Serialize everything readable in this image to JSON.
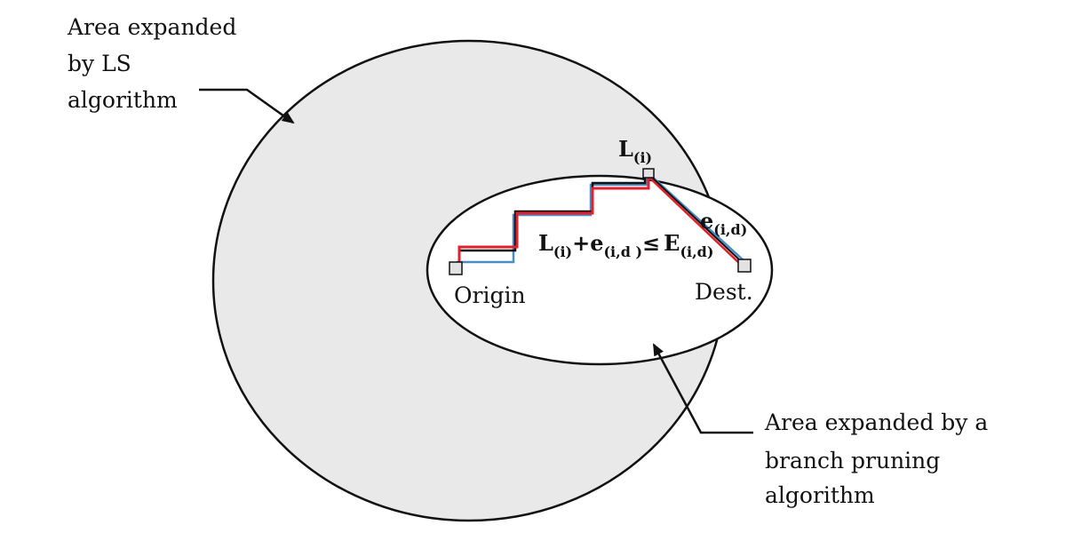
{
  "captions": {
    "ls_area": [
      "Area expanded",
      "by LS",
      "algorithm"
    ],
    "bp_area": [
      "Area expanded by a",
      "branch pruning",
      "algorithm"
    ]
  },
  "nodes": {
    "origin": "Origin",
    "destination": "Dest.",
    "intermediate": {
      "main": "L",
      "sub": "(i)"
    }
  },
  "edge_label": {
    "main": "e",
    "sub": "(i,d)"
  },
  "formula": {
    "l_main": "L",
    "l_sub": "(i)",
    "plus": "+",
    "e_main": "e",
    "e_sub": "(i,d )",
    "leq": "≤",
    "E_main": "E",
    "E_sub": "(i,d)"
  },
  "colors": {
    "outer_circle_fill": "#e9e9e9",
    "inner_ellipse_fill": "#ffffff",
    "outline": "#111111",
    "path_red": "#e0202a",
    "path_blue": "#4a8cc8",
    "path_black": "#111111"
  }
}
